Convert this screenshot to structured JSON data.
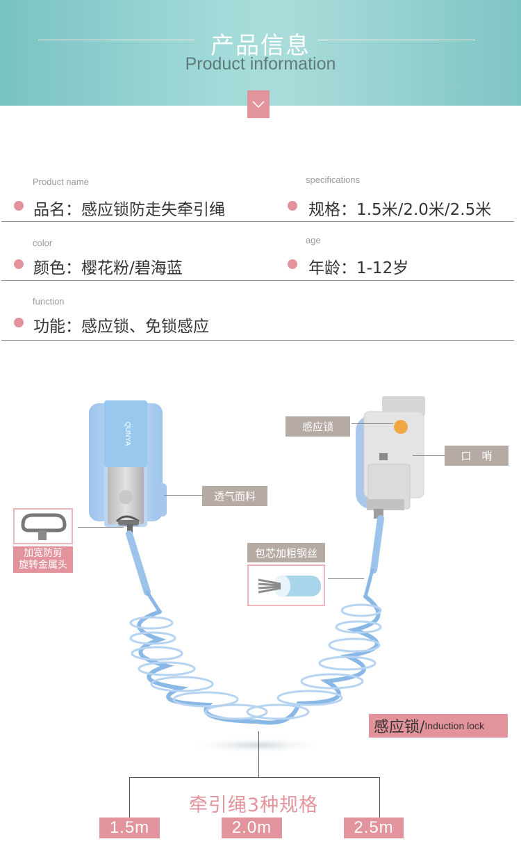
{
  "header": {
    "title": "产品信息",
    "subtitle": "Product information"
  },
  "specs": [
    {
      "en": "Product name",
      "cn": "品名：感应锁防走失牵引绳"
    },
    {
      "en": "specifications",
      "cn": "规格：1.5米/2.0米/2.5米"
    },
    {
      "en": "color",
      "cn": "颜色：樱花粉/碧海蓝"
    },
    {
      "en": "age",
      "cn": "年龄：1-12岁"
    },
    {
      "en": "function",
      "cn": "功能：感应锁、免锁感应"
    }
  ],
  "callouts": {
    "sensor_lock": "感应锁",
    "whistle": "口　哨",
    "breathable_fabric": "透气面料",
    "steel_wire": "包芯加粗钢丝",
    "metal_head_line1": "加宽防剪",
    "metal_head_line2": "旋转金属头"
  },
  "wristband_brand": "QUNYA",
  "induction": {
    "cn": "感应锁/",
    "en": "Induction lock"
  },
  "sizes": {
    "title": "牵引绳3种规格",
    "items": [
      "1.5m",
      "2.0m",
      "2.5m"
    ]
  },
  "colors": {
    "accent_pink": "#e3939b",
    "header_teal": "#a4dcda",
    "label_gray": "#b5aba4",
    "cord_blue": "#8ab8e6"
  }
}
